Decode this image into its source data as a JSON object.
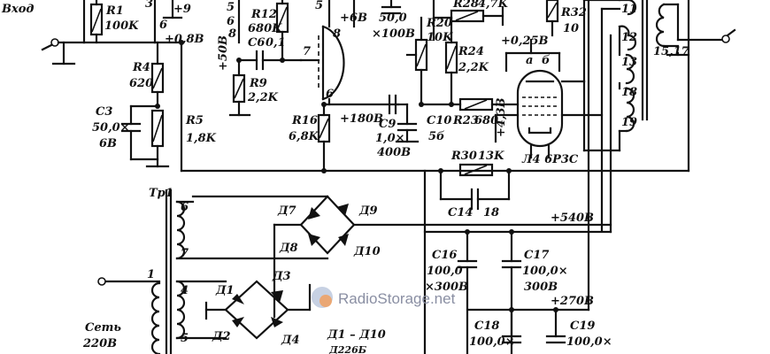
{
  "labels": {
    "input": "Вход",
    "r1_name": "R1",
    "r1_val": "100K",
    "pin3": "3",
    "pin_plus9": "+9",
    "pin6_top": "6",
    "v_088": "+0,8В",
    "r4_name": "R4",
    "r4_val": "620",
    "c3_name": "C3",
    "c3_val1": "50,0×",
    "c3_val2": "6В",
    "r5_name": "R5",
    "r5_val": "1,8K",
    "pin5": "5",
    "pin8": "8",
    "pin6_b": "6",
    "v_50": "+50В",
    "r12_name": "R12",
    "r12_val": "680K",
    "c6_name": "C6",
    "c6_val": "0,1",
    "r9_name": "R9",
    "r9_val": "2,2K",
    "v_68": "+6В",
    "pin_b5": "5",
    "pin_b8": "8",
    "pin_b7": "7",
    "pin_b6": "6",
    "v_180": "+180В",
    "r16_name": "R16",
    "r16_val": "6,8K",
    "c9_name": "C9",
    "c9_val1": "1,0×",
    "c9_val2": "400В",
    "cap_top_val": "50,0",
    "cap_top_val2": "×100В",
    "r20_name": "R20",
    "r20_val": "10K",
    "r28_name": "R28",
    "r28_val": "4,7K",
    "c10_name": "C10",
    "c10_val": "5б",
    "r24_name": "R24",
    "r24_val": "2,2K",
    "v_025": "+0,25В",
    "r23_name": "R23",
    "r23_val": "680",
    "v_43": "+4,3В",
    "r32_name": "R32",
    "pin10": "10",
    "pin_a": "а",
    "pin_b": "б",
    "pin11": "11",
    "pin12": "12",
    "pin13": "13",
    "pin18": "18",
    "pin19": "19",
    "trans_ratio": "15,17",
    "tube": "Л4 6Р3С",
    "r30_name": "R30",
    "r30_val": "13K",
    "c14_name": "C14",
    "c14_val": "18",
    "tr1_name": "Тр1",
    "pin_tr6": "6",
    "pin_tr7": "7",
    "pin_tr1": "1",
    "pin_tr4": "4",
    "pin_tr5": "5",
    "d7": "Д7",
    "d8": "Д8",
    "d9": "Д9",
    "d10": "Д10",
    "d1": "Д1",
    "d2": "Д2",
    "d3": "Д3",
    "d4": "Д4",
    "v_540": "+540В",
    "c16_name": "C16",
    "c16_val1": "100,0",
    "c16_val2": "×300В",
    "c17_name": "C17",
    "c17_val1": "100,0×",
    "c17_val2": "300В",
    "v_270": "+270В",
    "c18_name": "C18",
    "c18_val": "100,0×",
    "c19_name": "C19",
    "c19_val": "100,0×",
    "diodes": "Д1 – Д10",
    "diodes_type": "Д226Б",
    "mains": "Сеть",
    "mains_v": "220В"
  },
  "watermark": "RadioStorage.net"
}
